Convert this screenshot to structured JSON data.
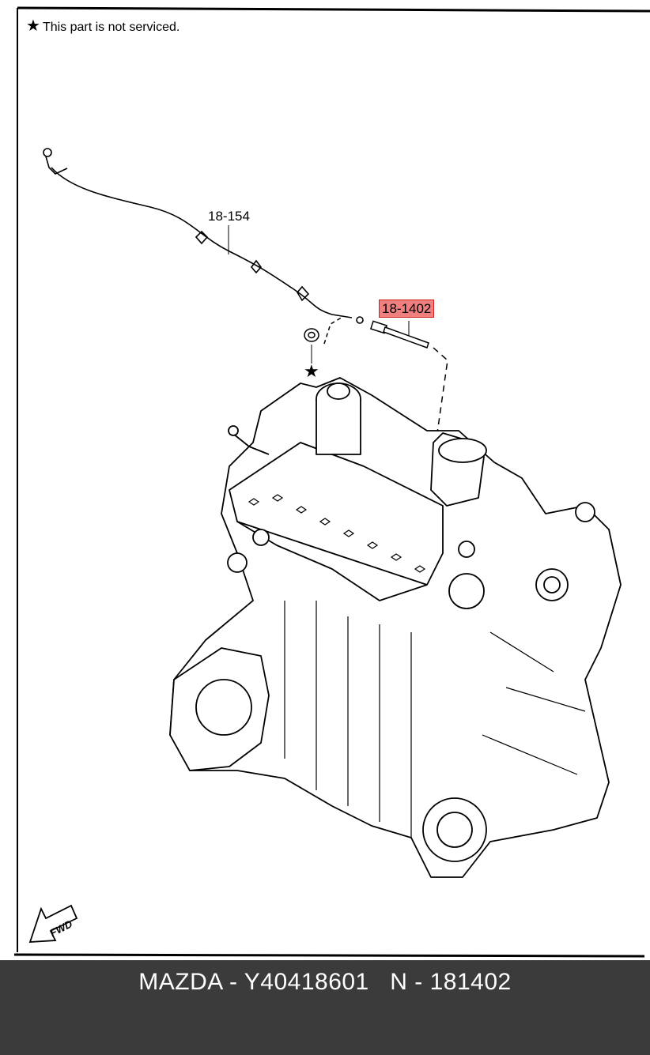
{
  "note": {
    "symbol": "★",
    "text": "This part is not serviced."
  },
  "callouts": {
    "harness": "18-154",
    "glow_plug": "18-1402"
  },
  "fwd_label": "FWD",
  "footer": {
    "text": "MAZDA - Y40418601   N - 181402"
  },
  "colors": {
    "highlight": "#f08080",
    "footer_bg": "#3b3b3b",
    "footer_text": "#ffffff"
  }
}
